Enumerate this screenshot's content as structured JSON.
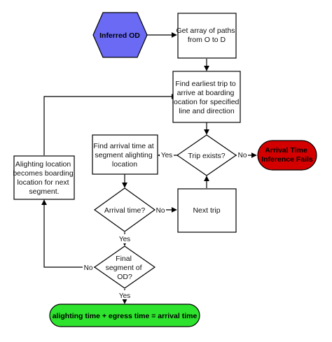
{
  "colors": {
    "start": "#6a6af5",
    "fail": "#d40000",
    "end": "#2ee32e",
    "stroke": "#000000",
    "box": "#ffffff"
  },
  "nodes": {
    "inferred_od": {
      "lines": [
        "Inferred OD"
      ]
    },
    "get_paths": {
      "lines": [
        "Get array of paths",
        "from O to D"
      ]
    },
    "find_trip": {
      "lines": [
        "Find earliest trip to",
        "arrive at boarding",
        "location for specified",
        "line and direction"
      ]
    },
    "trip_exists": {
      "lines": [
        "Trip exists?"
      ]
    },
    "fail": {
      "lines": [
        "Arrival Time",
        "Inference Fails"
      ]
    },
    "find_arrival": {
      "lines": [
        "Find arrival time at",
        "segment alighting",
        "location"
      ]
    },
    "alighting": {
      "lines": [
        "Alighting location",
        "becomes boarding",
        "location for next",
        "segment."
      ]
    },
    "arrival_time": {
      "lines": [
        "Arrival time?"
      ]
    },
    "next_trip": {
      "lines": [
        "Next trip"
      ]
    },
    "final_segment": {
      "lines": [
        "Final",
        "segment of",
        "OD?"
      ]
    },
    "result": {
      "lines": [
        "alighting time + egress time = arrival time"
      ]
    }
  },
  "edge_labels": {
    "trip_no": "No",
    "trip_yes": "Yes",
    "arrival_no": "No",
    "arrival_yes": "Yes",
    "final_no": "No",
    "final_yes": "Yes"
  }
}
